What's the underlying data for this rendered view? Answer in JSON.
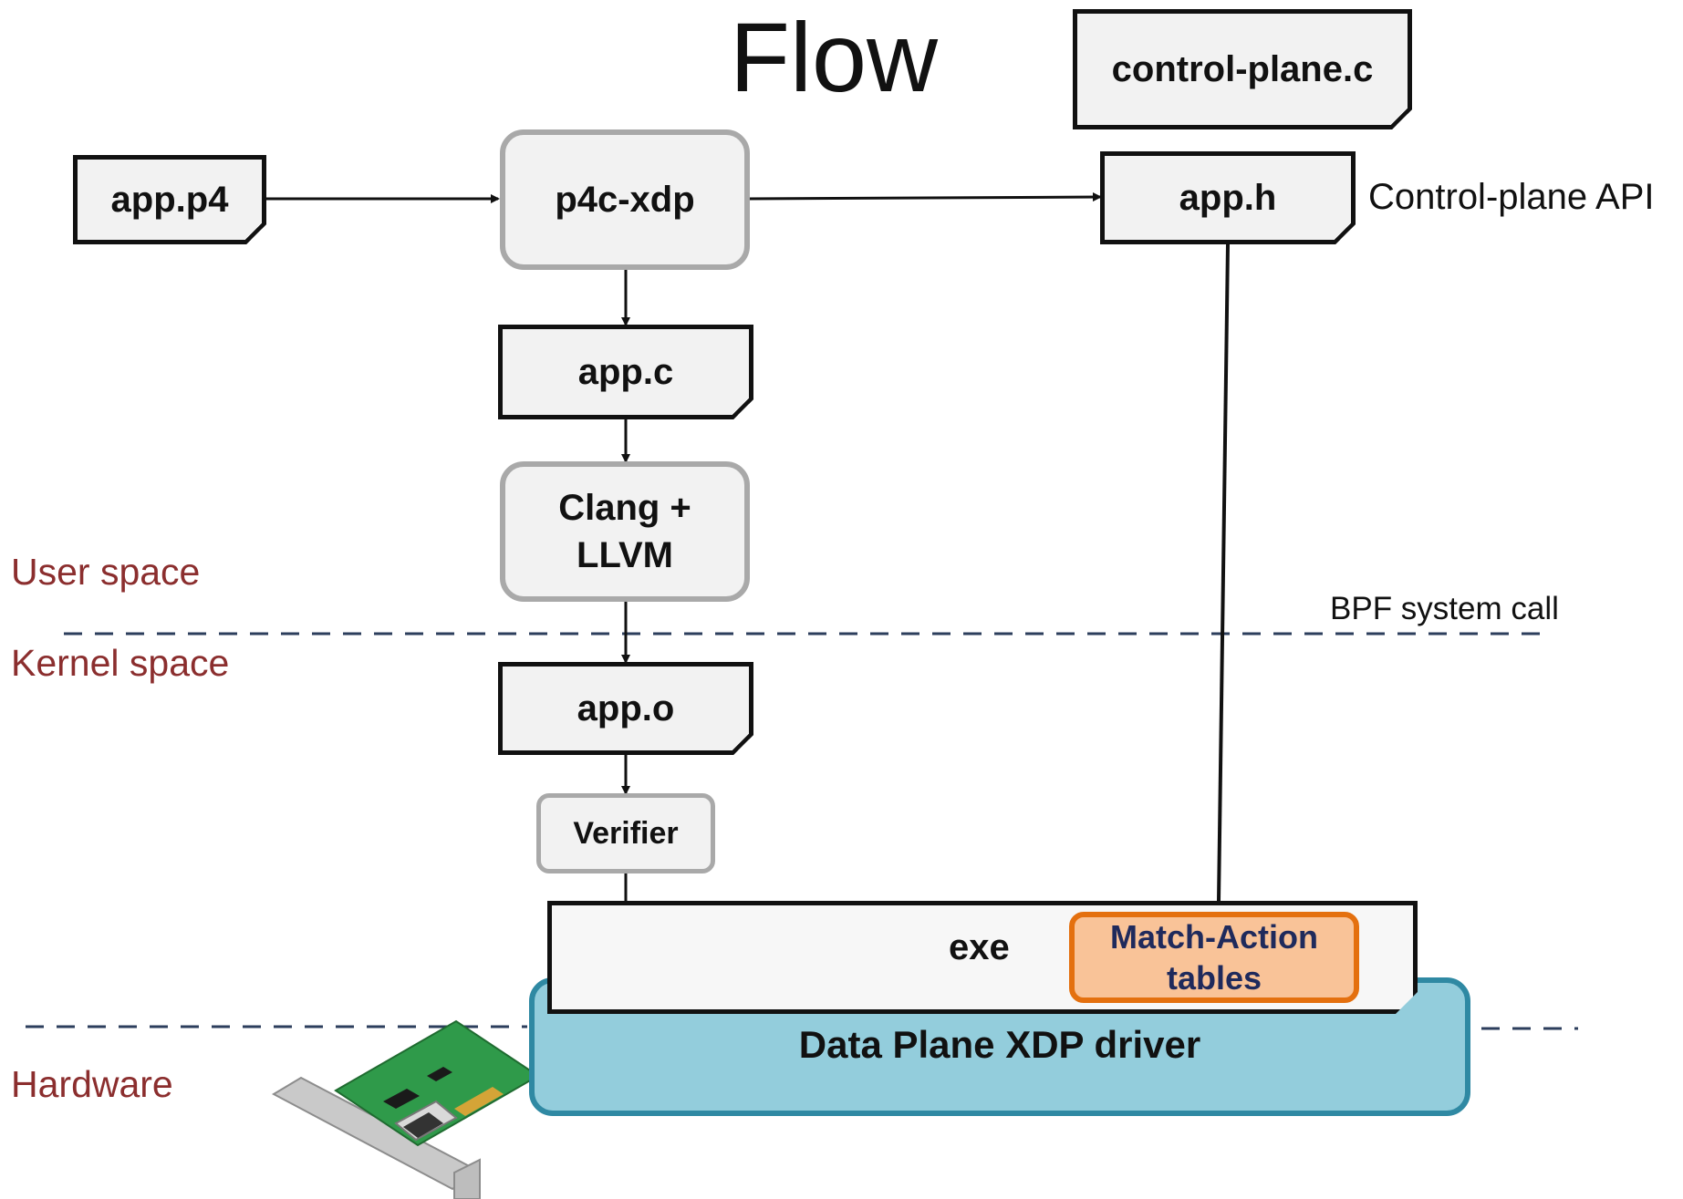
{
  "title": "Flow",
  "regions": {
    "user_space": "User space",
    "kernel_space": "Kernel space",
    "hardware": "Hardware"
  },
  "files": {
    "app_p4": "app.p4",
    "app_c": "app.c",
    "app_o": "app.o",
    "app_h": "app.h",
    "control_plane_c": "control-plane.c"
  },
  "tools": {
    "p4c_xdp": "p4c-xdp",
    "clang_llvm_line1": "Clang +",
    "clang_llvm_line2": "LLVM",
    "verifier": "Verifier"
  },
  "runtime": {
    "exe": "exe",
    "match_action_line1": "Match-Action",
    "match_action_line2": "tables",
    "driver": "Data Plane XDP driver"
  },
  "annotations": {
    "control_plane_api": "Control-plane API",
    "bpf_system_call": "BPF system call"
  },
  "colors": {
    "region_text": "#8b2e2e",
    "tool_border": "#a9a9a9",
    "driver_fill": "#93cddc",
    "driver_border": "#2f89a3",
    "table_fill": "#f9c398",
    "table_border": "#e4700f",
    "table_text": "#1f2a5c",
    "divider": "#2c3e5c"
  },
  "icons": {
    "hardware": "network-interface-card-icon"
  }
}
